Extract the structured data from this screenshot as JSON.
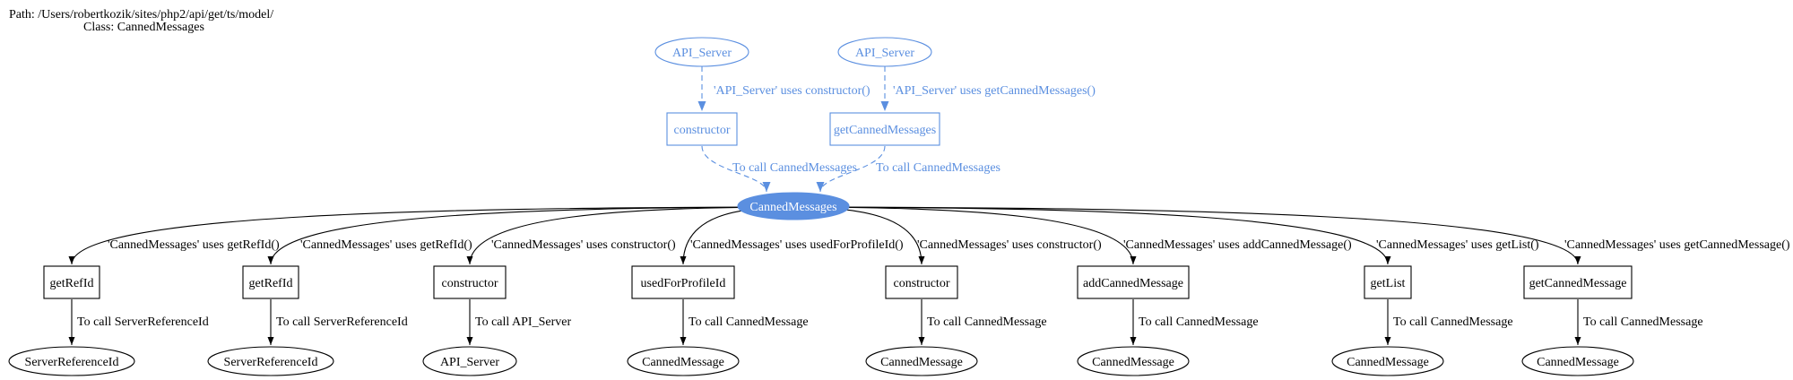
{
  "header": {
    "path_line": "Path: /Users/robertkozik/sites/php2/api/get/ts/model/",
    "class_line": "Class: CannedMessages"
  },
  "colors": {
    "accent": "#5b8fe0",
    "line": "#000000"
  },
  "center_node": {
    "label": "CannedMessages"
  },
  "callers": [
    {
      "origin": "API_Server",
      "method": "constructor",
      "uses_label": "'API_Server' uses constructor()",
      "call_label": "To call CannedMessages"
    },
    {
      "origin": "API_Server",
      "method": "getCannedMessages",
      "uses_label": "'API_Server' uses getCannedMessages()",
      "call_label": "To call CannedMessages"
    }
  ],
  "dependencies": [
    {
      "uses_label": "'CannedMessages' uses getRefId()",
      "method": "getRefId",
      "call_label": "To call ServerReferenceId",
      "target": "ServerReferenceId"
    },
    {
      "uses_label": "'CannedMessages' uses getRefId()",
      "method": "getRefId",
      "call_label": "To call ServerReferenceId",
      "target": "ServerReferenceId"
    },
    {
      "uses_label": "'CannedMessages' uses constructor()",
      "method": "constructor",
      "call_label": "To call API_Server",
      "target": "API_Server"
    },
    {
      "uses_label": "'CannedMessages' uses usedForProfileId()",
      "method": "usedForProfileId",
      "call_label": "To call CannedMessage",
      "target": "CannedMessage"
    },
    {
      "uses_label": "'CannedMessages' uses constructor()",
      "method": "constructor",
      "call_label": "To call CannedMessage",
      "target": "CannedMessage"
    },
    {
      "uses_label": "'CannedMessages' uses addCannedMessage()",
      "method": "addCannedMessage",
      "call_label": "To call CannedMessage",
      "target": "CannedMessage"
    },
    {
      "uses_label": "'CannedMessages' uses getList()",
      "method": "getList",
      "call_label": "To call CannedMessage",
      "target": "CannedMessage"
    },
    {
      "uses_label": "'CannedMessages' uses getCannedMessage()",
      "method": "getCannedMessage",
      "call_label": "To call CannedMessage",
      "target": "CannedMessage"
    }
  ]
}
